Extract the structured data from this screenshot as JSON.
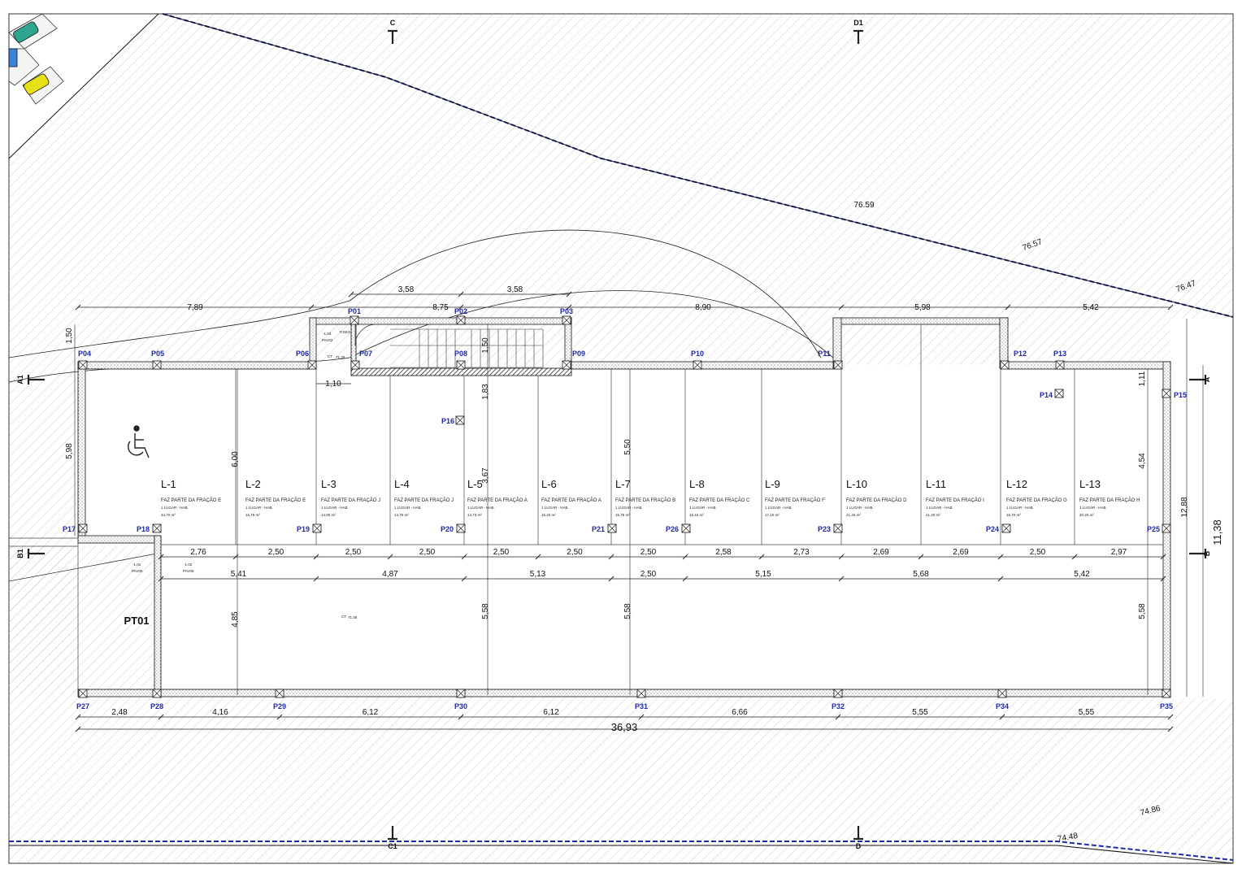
{
  "colors": {
    "line": "#111111",
    "pillar_label": "#1f2aa6",
    "zone": "#d01010",
    "hatch": "#bfbfbf"
  },
  "zone_label": "PT01",
  "total_width": "36,93",
  "total_depth": "11,38",
  "right_depth": "12,88",
  "stair": {
    "level": "-1.03",
    "pav": "PAV02",
    "safety": "P.SEG",
    "ct": "71.35"
  },
  "ct_main": "71.35",
  "pav_left": [
    {
      "level": "-1.01",
      "pav": "PAV05"
    },
    {
      "level": "-1.02",
      "pav": "PAV06"
    }
  ],
  "lots": [
    {
      "name": "L-1",
      "fraction": "FAZ PARTE DA FRAÇÃO E",
      "use": "1 LUGAR - HAB.",
      "area": "34,70 m²"
    },
    {
      "name": "L-2",
      "fraction": "FAZ PARTE DA FRAÇÃO E",
      "use": "1 LUGAR - HAB.",
      "area": "15,75 m²"
    },
    {
      "name": "L-3",
      "fraction": "FAZ PARTE DA FRAÇÃO J",
      "use": "1 LUGAR - HAB.",
      "area": "14,90 m²"
    },
    {
      "name": "L-4",
      "fraction": "FAZ PARTE DA FRAÇÃO J",
      "use": "1 LUGAR - HAB.",
      "area": "14,75 m²"
    },
    {
      "name": "L-5",
      "fraction": "FAZ PARTE DA FRAÇÃO A",
      "use": "1 LUGAR - HAB.",
      "area": "14,73 m²"
    },
    {
      "name": "L-6",
      "fraction": "FAZ PARTE DA FRAÇÃO A",
      "use": "1 LUGAR - HAB.",
      "area": "15,20 m²"
    },
    {
      "name": "L-7",
      "fraction": "FAZ PARTE DA FRAÇÃO B",
      "use": "1 LUGAR - HAB.",
      "area": "15,75 m²"
    },
    {
      "name": "L-8",
      "fraction": "FAZ PARTE DA FRAÇÃO C",
      "use": "1 LUGAR - HAB.",
      "area": "16,15 m²"
    },
    {
      "name": "L-9",
      "fraction": "FAZ PARTE DA FRAÇÃO F",
      "use": "1 LUGAR - HAB.",
      "area": "17,10 m²"
    },
    {
      "name": "L-10",
      "fraction": "FAZ PARTE DA FRAÇÃO D",
      "use": "1 LUGAR - HAB.",
      "area": "21,40 m²"
    },
    {
      "name": "L-11",
      "fraction": "FAZ PARTE DA FRAÇÃO I",
      "use": "1 LUGAR - HAB.",
      "area": "21,40 m²"
    },
    {
      "name": "L-12",
      "fraction": "FAZ PARTE DA FRAÇÃO G",
      "use": "1 LUGAR - HAB.",
      "area": "15,70 m²"
    },
    {
      "name": "L-13",
      "fraction": "FAZ PARTE DA FRAÇÃO H",
      "use": "1 LUGAR - HAB.",
      "area": "20,20 m²"
    }
  ],
  "pillars": [
    "P01",
    "P02",
    "P03",
    "P04",
    "P05",
    "P06",
    "P07",
    "P08",
    "P09",
    "P10",
    "P11",
    "P12",
    "P13",
    "P14",
    "P15",
    "P16",
    "P17",
    "P18",
    "P19",
    "P20",
    "P21",
    "P23",
    "P24",
    "P25",
    "P26",
    "P27",
    "P28",
    "P29",
    "P30",
    "P31",
    "P32",
    "P34",
    "P35"
  ],
  "dims_top_row": [
    "3,58",
    "3,58"
  ],
  "dims_top": [
    "7,89",
    "8,75",
    "8,90",
    "5,98",
    "5,42"
  ],
  "dims_bays": [
    "2,76",
    "2,50",
    "2,50",
    "2,50",
    "2,50",
    "2,50",
    "2,50",
    "2,58",
    "2,73",
    "2,69",
    "2,69",
    "2,50",
    "2,97"
  ],
  "dims_mid": [
    "5,41",
    "4,87",
    "5,13",
    "2,50",
    "5,15",
    "5,68",
    "5,42"
  ],
  "dims_bottom": [
    "2,48",
    "4,16",
    "6,12",
    "6,12",
    "6,66",
    "5,55",
    "5,55"
  ],
  "dims_vertical": [
    "1,50",
    "1,50",
    "1,83",
    "5,98",
    "6,00",
    "3,67",
    "5,50",
    "4,54",
    "1,11",
    "4,85",
    "5,58",
    "5,58",
    "5,58"
  ],
  "dims_small": [
    "1,10"
  ],
  "elevations": [
    "76.59",
    "76.57",
    "76.47",
    "74.86",
    "74.48"
  ],
  "sections": [
    "C",
    "D1",
    "C1",
    "D",
    "A1",
    "A",
    "B1",
    "B"
  ]
}
